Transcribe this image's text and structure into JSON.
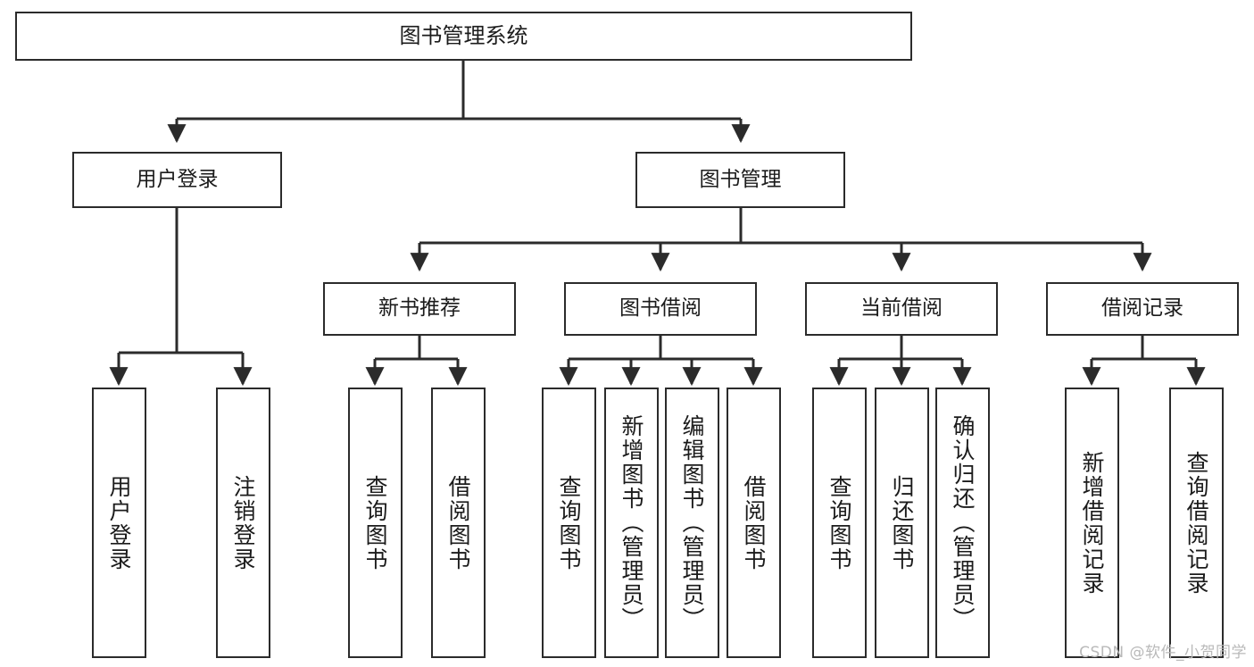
{
  "diagram": {
    "title": "图书管理系统",
    "type": "hierarchy-tree",
    "orientation": "top-down",
    "box_fill": "#ffffff",
    "box_stroke": "#2b2b2b",
    "connector_color": "#2b2b2b",
    "text_color": "#1b1b1b"
  },
  "nodes": {
    "root": {
      "label": "图书管理系统",
      "level": 1
    },
    "level2": [
      {
        "id": "user-login",
        "label": "用户登录"
      },
      {
        "id": "book-management",
        "label": "图书管理"
      }
    ],
    "level3": [
      {
        "id": "new-book-recommend",
        "label": "新书推荐",
        "parent": "book-management"
      },
      {
        "id": "book-borrow",
        "label": "图书借阅",
        "parent": "book-management"
      },
      {
        "id": "current-borrow",
        "label": "当前借阅",
        "parent": "book-management"
      },
      {
        "id": "borrow-record",
        "label": "借阅记录",
        "parent": "book-management"
      }
    ],
    "leaves": [
      {
        "id": "leaf-user-login",
        "label": "用户登录",
        "parent": "user-login"
      },
      {
        "id": "leaf-logout-login",
        "label": "注销登录",
        "parent": "user-login"
      },
      {
        "id": "leaf-query-book-1",
        "label": "查询图书",
        "parent": "new-book-recommend"
      },
      {
        "id": "leaf-borrow-book-1",
        "label": "借阅图书",
        "parent": "new-book-recommend"
      },
      {
        "id": "leaf-query-book-2",
        "label": "查询图书",
        "parent": "book-borrow"
      },
      {
        "id": "leaf-add-book",
        "label": "新增图书（管理员）",
        "parent": "book-borrow"
      },
      {
        "id": "leaf-edit-book",
        "label": "编辑图书（管理员）",
        "parent": "book-borrow"
      },
      {
        "id": "leaf-borrow-book-2",
        "label": "借阅图书",
        "parent": "book-borrow"
      },
      {
        "id": "leaf-query-book-3",
        "label": "查询图书",
        "parent": "current-borrow"
      },
      {
        "id": "leaf-return-book",
        "label": "归还图书",
        "parent": "current-borrow"
      },
      {
        "id": "leaf-confirm-return",
        "label": "确认归还（管理员）",
        "parent": "current-borrow"
      },
      {
        "id": "leaf-add-record",
        "label": "新增借阅记录",
        "parent": "borrow-record"
      },
      {
        "id": "leaf-query-record",
        "label": "查询借阅记录",
        "parent": "borrow-record"
      }
    ]
  },
  "watermark": {
    "text": "CSDN @软件_小贺同学"
  }
}
